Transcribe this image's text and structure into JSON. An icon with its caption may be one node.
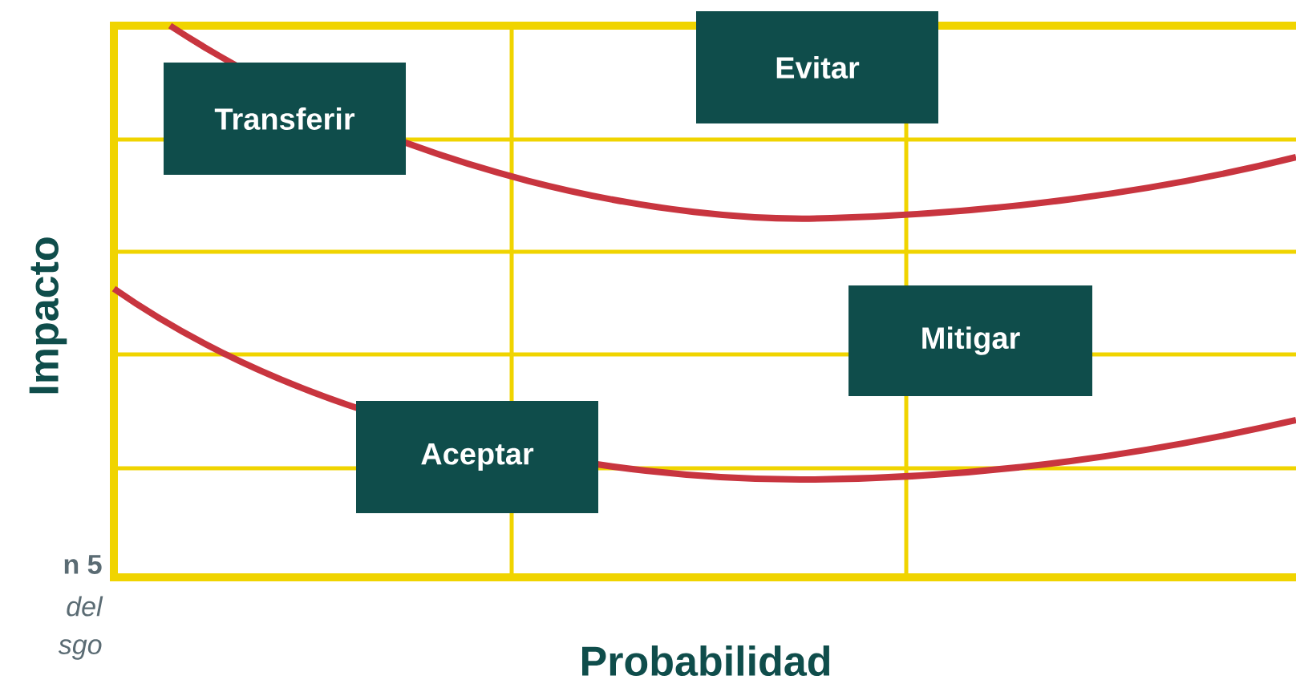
{
  "diagram": {
    "nodes": [
      {
        "text": [
          "Transferir"
        ]
      },
      {
        "text": [
          "Evitar"
        ]
      },
      {
        "text": [
          "Mitigar"
        ]
      },
      {
        "text": [
          "Aceptar"
        ]
      }
    ],
    "labels": [
      "Impacto",
      "Probabilidad",
      "n 5",
      "del",
      "sgo"
    ]
  }
}
